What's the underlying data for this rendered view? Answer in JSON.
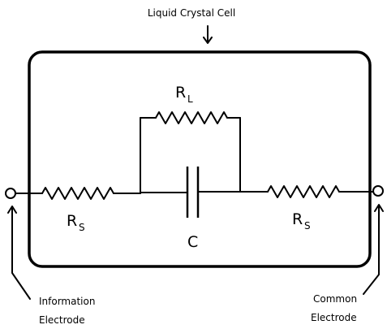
{
  "labels": {
    "cell": "Liquid Crystal Cell",
    "load_resistor_main": "R",
    "load_resistor_sub": "L",
    "series_resistor_left_main": "R",
    "series_resistor_left_sub": "S",
    "series_resistor_right_main": "R",
    "series_resistor_right_sub": "S",
    "capacitor": "C",
    "information_line1": "Information",
    "information_line2": "Electrode",
    "common_line1": "Common",
    "common_line2": "Electrode"
  },
  "colors": {
    "ink": "#000000",
    "background": "#ffffff"
  }
}
